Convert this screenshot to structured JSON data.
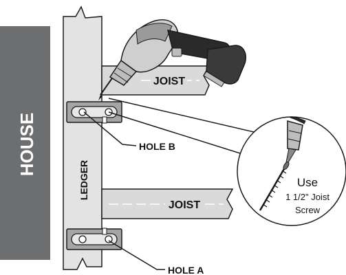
{
  "labels": {
    "house": "HOUSE",
    "ledger": "LEDGER",
    "joist_top": "JOIST",
    "joist_bottom": "JOIST",
    "hole_b": "HOLE B",
    "hole_a": "HOLE A",
    "callout_line1": "Use",
    "callout_line2": "1 1/2\" Joist",
    "callout_line3": "Screw"
  },
  "colors": {
    "house": "#6d6e70",
    "ledger": "#e3e3e3",
    "joist": "#dadada",
    "bracket": "#a4a5a7",
    "outline": "#1a1a1a",
    "drill_dark": "#2a2a2a",
    "drill_light": "#bdbdbd"
  },
  "icons": {
    "drill": "cordless-drill-icon",
    "callout": "magnified-drill-bit-icon"
  }
}
